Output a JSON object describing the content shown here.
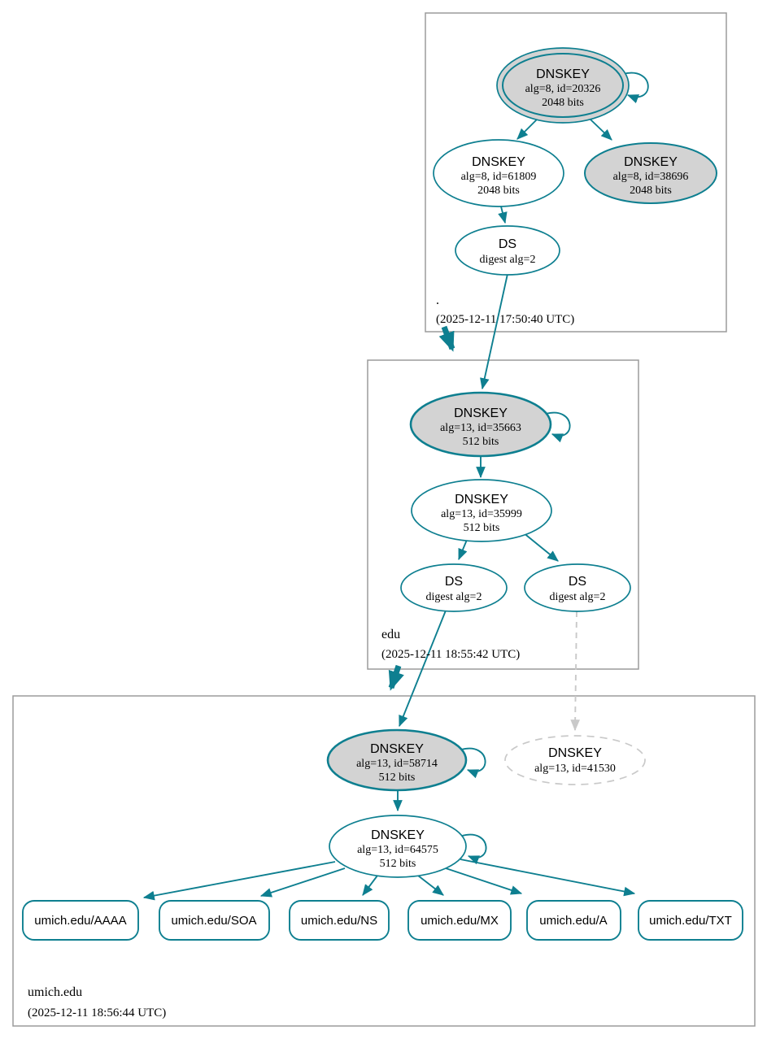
{
  "diagram_type": "DNSSEC authentication chain graph",
  "zones": {
    "root": {
      "name": ".",
      "timestamp": "(2025-12-11 17:50:40 UTC)"
    },
    "edu": {
      "name": "edu",
      "timestamp": "(2025-12-11 18:55:42 UTC)"
    },
    "umich": {
      "name": "umich.edu",
      "timestamp": "(2025-12-11 18:56:44 UTC)"
    }
  },
  "nodes": {
    "root_ksk": {
      "title": "DNSKEY",
      "detail": "alg=8, id=20326",
      "bits": "2048 bits"
    },
    "root_zsk": {
      "title": "DNSKEY",
      "detail": "alg=8, id=61809",
      "bits": "2048 bits"
    },
    "root_standby": {
      "title": "DNSKEY",
      "detail": "alg=8, id=38696",
      "bits": "2048 bits"
    },
    "root_ds": {
      "title": "DS",
      "detail": "digest alg=2"
    },
    "edu_ksk": {
      "title": "DNSKEY",
      "detail": "alg=13, id=35663",
      "bits": "512 bits"
    },
    "edu_zsk": {
      "title": "DNSKEY",
      "detail": "alg=13, id=35999",
      "bits": "512 bits"
    },
    "edu_ds_a": {
      "title": "DS",
      "detail": "digest alg=2"
    },
    "edu_ds_b": {
      "title": "DS",
      "detail": "digest alg=2"
    },
    "umich_ksk": {
      "title": "DNSKEY",
      "detail": "alg=13, id=58714",
      "bits": "512 bits"
    },
    "umich_missing": {
      "title": "DNSKEY",
      "detail": "alg=13, id=41530"
    },
    "umich_zsk": {
      "title": "DNSKEY",
      "detail": "alg=13, id=64575",
      "bits": "512 bits"
    },
    "rrset_aaaa": {
      "label": "umich.edu/AAAA"
    },
    "rrset_soa": {
      "label": "umich.edu/SOA"
    },
    "rrset_ns": {
      "label": "umich.edu/NS"
    },
    "rrset_mx": {
      "label": "umich.edu/MX"
    },
    "rrset_a": {
      "label": "umich.edu/A"
    },
    "rrset_txt": {
      "label": "umich.edu/TXT"
    }
  },
  "colors": {
    "edge_teal": "#0e7f90",
    "key_gray_fill": "#d3d3d3",
    "missing_gray": "#c9c9c9",
    "zone_border_gray": "#9b9b9b"
  }
}
